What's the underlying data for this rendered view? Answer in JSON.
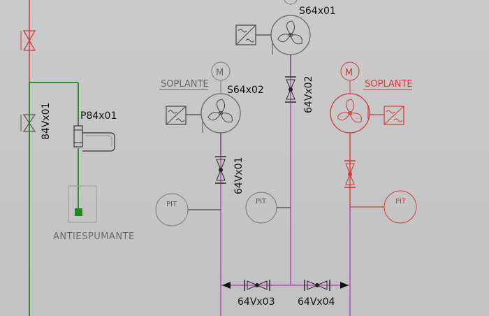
{
  "tags": {
    "fan_top": "S64x01",
    "fan_left": "S64x02",
    "valve_84": "84Vx01",
    "pump": "P84x01",
    "valve_right": "64Vx02",
    "valve_left": "64Vx01",
    "valve_bottom_left": "64Vx03",
    "valve_bottom_right": "64Vx04"
  },
  "labels": {
    "soplante_left": "SOPLANTE",
    "soplante_right": "SOPLANTE",
    "antiespumante": "ANTIESPUMANTE",
    "motor": "M",
    "pit": "PIT"
  },
  "colors": {
    "red": "#d23a3a",
    "green": "#1e8a1e",
    "magenta": "#c04cc0",
    "dark": "#222222"
  },
  "icons": {
    "fan": "fan-icon",
    "motor": "motor-icon",
    "vfd": "vfd-icon",
    "valve": "valve-icon",
    "pit": "pit-icon"
  }
}
